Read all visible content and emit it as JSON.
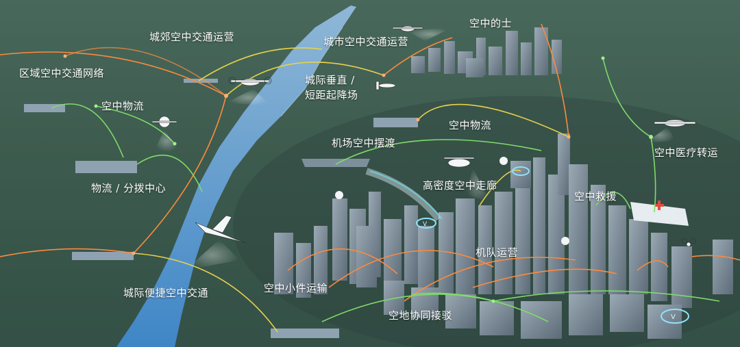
{
  "labels": {
    "regional_network": "区域空中交通网络",
    "suburban_ops": "城郊空中交通运营",
    "urban_ops": "城市空中交通运营",
    "air_taxi": "空中的士",
    "intercity_vtol": "城际垂直 /",
    "stol_field": "短距起降场",
    "air_logistics_left": "空中物流",
    "air_logistics_mid": "空中物流",
    "logistics_hub": "物流 / 分拨中心",
    "airport_shuttle": "机场空中摆渡",
    "medical_transfer": "空中医疗转运",
    "high_density_corridor": "高密度空中走廊",
    "air_rescue": "空中救援",
    "fleet_ops": "机队运营",
    "intercity_express": "城际便捷空中交通",
    "small_parcel": "空中小件运输",
    "air_ground": "空地协同接驳"
  },
  "colors": {
    "route_orange": "#ff8a3d",
    "route_yellow": "#e8d24a",
    "route_green": "#7fdc6a",
    "river": "#4a8fc9",
    "building": "#7a8a96"
  }
}
